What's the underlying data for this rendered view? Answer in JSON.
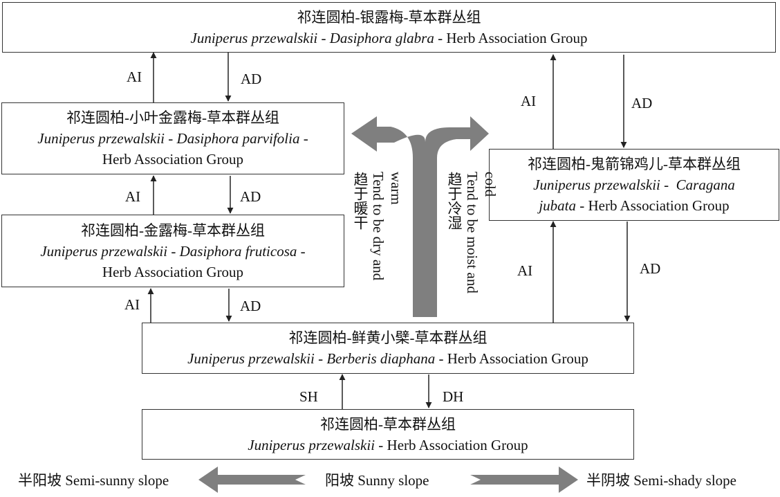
{
  "boxes": {
    "top": {
      "cn": "祁连圆柏-银露梅-草本群丛组",
      "sp1": "Juniperus przewalskii",
      "sep1": " - ",
      "sp2": "Dasiphora glabra",
      "tail": " - Herb Association Group"
    },
    "parvifolia": {
      "cn": "祁连圆柏-小叶金露梅-草本群丛组",
      "sp1": "Juniperus przewalskii",
      "sep1": " - ",
      "sp2": "Dasiphora parvifolia",
      "sep2": " -",
      "tail": "Herb Association Group"
    },
    "fruticosa": {
      "cn": "祁连圆柏-金露梅-草本群丛组",
      "sp1": "Juniperus przewalskii",
      "sep1": " - ",
      "sp2": "Dasiphora fruticosa",
      "sep2": " -",
      "tail": "Herb Association Group"
    },
    "caragana": {
      "cn": "祁连圆柏-鬼箭锦鸡儿-草本群丛组",
      "sp1": "Juniperus przewalskii",
      "sep1": " -  ",
      "sp2a": "Caragana",
      "sp2b": "jubata",
      "tail": " - Herb Association Group"
    },
    "berberis": {
      "cn": "祁连圆柏-鲜黄小檗-草本群丛组",
      "sp1": "Juniperus przewalskii",
      "sep1": " - ",
      "sp2": "Berberis diaphana",
      "tail": " - Herb Association Group"
    },
    "herb": {
      "cn": "祁连圆柏-草本群丛组",
      "sp1": "Juniperus przewalskii",
      "tail": " - Herb Association Group"
    }
  },
  "arrow_labels": {
    "ai": "AI",
    "ad": "AD",
    "sh": "SH",
    "dh": "DH"
  },
  "trend": {
    "left_cn": "趋于暖干",
    "left_en1": "Tend to be dry and",
    "left_en2": "warm",
    "right_cn": "趋于冷湿",
    "right_en1": "Tend to be moist and",
    "right_en2": "cold"
  },
  "slopes": {
    "left": "半阳坡 Semi-sunny slope",
    "center": "阳坡 Sunny slope",
    "right": "半阴坡 Semi-shady slope"
  },
  "colors": {
    "wide_arrow": "#7f7f7f",
    "line": "#222222",
    "border": "#333333"
  }
}
